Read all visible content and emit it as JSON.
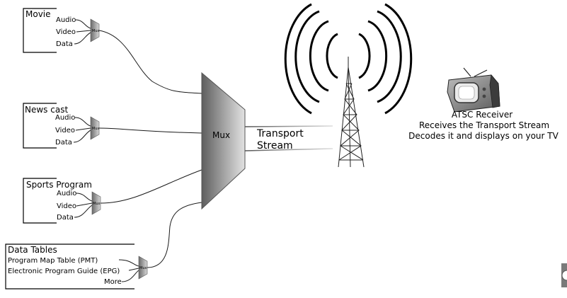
{
  "sources": [
    {
      "title": "Movie",
      "items": [
        "Audio",
        "Video",
        "Data"
      ],
      "mux_label": "Mux"
    },
    {
      "title": "News cast",
      "items": [
        "Audio",
        "Video",
        "Data"
      ],
      "mux_label": "Mux"
    },
    {
      "title": "Sports Program",
      "items": [
        "Audio",
        "Video",
        "Data"
      ],
      "mux_label": "Mux"
    },
    {
      "title": "Data Tables",
      "items": [
        "Program Map Table (PMT)",
        "Electronic Program Guide (EPG)",
        "More"
      ],
      "mux_label": "Mux"
    }
  ],
  "main_mux": {
    "label": "Mux"
  },
  "transport": {
    "line1": "Transport",
    "line2": "Stream"
  },
  "receiver": {
    "line1": "ATSC Receiver",
    "line2": "Receives the Transport Stream",
    "line3": "Decodes it and displays on your TV"
  }
}
